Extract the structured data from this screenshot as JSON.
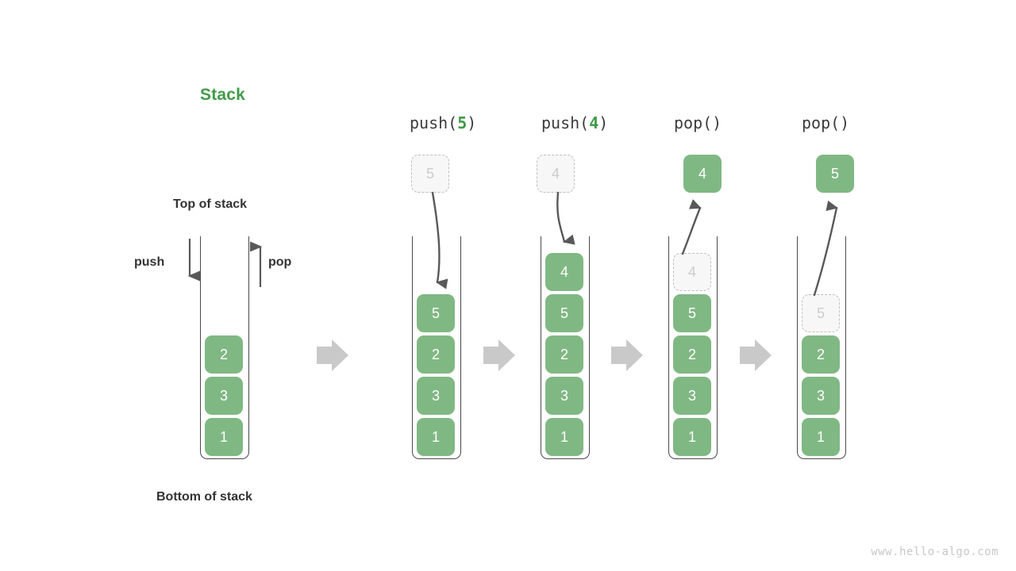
{
  "diagram": {
    "title": "Stack",
    "title_color": "#429B49",
    "cell_color": "#80B883",
    "ghost_color": "#F7F7F7",
    "arrow_color": "#595959",
    "step_arrow_color": "#C9C9C9",
    "watermark": "www.hello-algo.com",
    "labels": {
      "top_of_stack": "Top of stack",
      "bottom_of_stack": "Bottom of stack",
      "push": "push",
      "pop": "pop"
    },
    "operations": [
      {
        "name": "push",
        "prefix": "push(",
        "arg": "5",
        "suffix": ")",
        "full": "push(5)"
      },
      {
        "name": "push",
        "prefix": "push(",
        "arg": "4",
        "suffix": ")",
        "full": "push(4)"
      },
      {
        "name": "pop",
        "prefix": "pop()",
        "arg": "",
        "suffix": "",
        "full": "pop()"
      },
      {
        "name": "pop",
        "prefix": "pop()",
        "arg": "",
        "suffix": "",
        "full": "pop()"
      }
    ],
    "stacks": [
      {
        "id": "initial",
        "caption": "",
        "cells_top_to_bottom": [
          "2",
          "3",
          "1"
        ],
        "ghost_in_stack": null,
        "floating_cell": null
      },
      {
        "id": "after-push-5",
        "caption": "push(5)",
        "cells_top_to_bottom": [
          "5",
          "2",
          "3",
          "1"
        ],
        "ghost_in_stack": null,
        "floating_cell": {
          "value": "5",
          "style": "ghost"
        }
      },
      {
        "id": "after-push-4",
        "caption": "push(4)",
        "cells_top_to_bottom": [
          "4",
          "5",
          "2",
          "3",
          "1"
        ],
        "ghost_in_stack": null,
        "floating_cell": {
          "value": "4",
          "style": "ghost"
        }
      },
      {
        "id": "after-pop-4",
        "caption": "pop()",
        "cells_top_to_bottom": [
          "5",
          "2",
          "3",
          "1"
        ],
        "ghost_in_stack": {
          "value": "4",
          "position": "top"
        },
        "floating_cell": {
          "value": "4",
          "style": "solid"
        }
      },
      {
        "id": "after-pop-5",
        "caption": "pop()",
        "cells_top_to_bottom": [
          "2",
          "3",
          "1"
        ],
        "ghost_in_stack": {
          "value": "5",
          "position": "top"
        },
        "floating_cell": {
          "value": "5",
          "style": "solid"
        }
      }
    ]
  }
}
